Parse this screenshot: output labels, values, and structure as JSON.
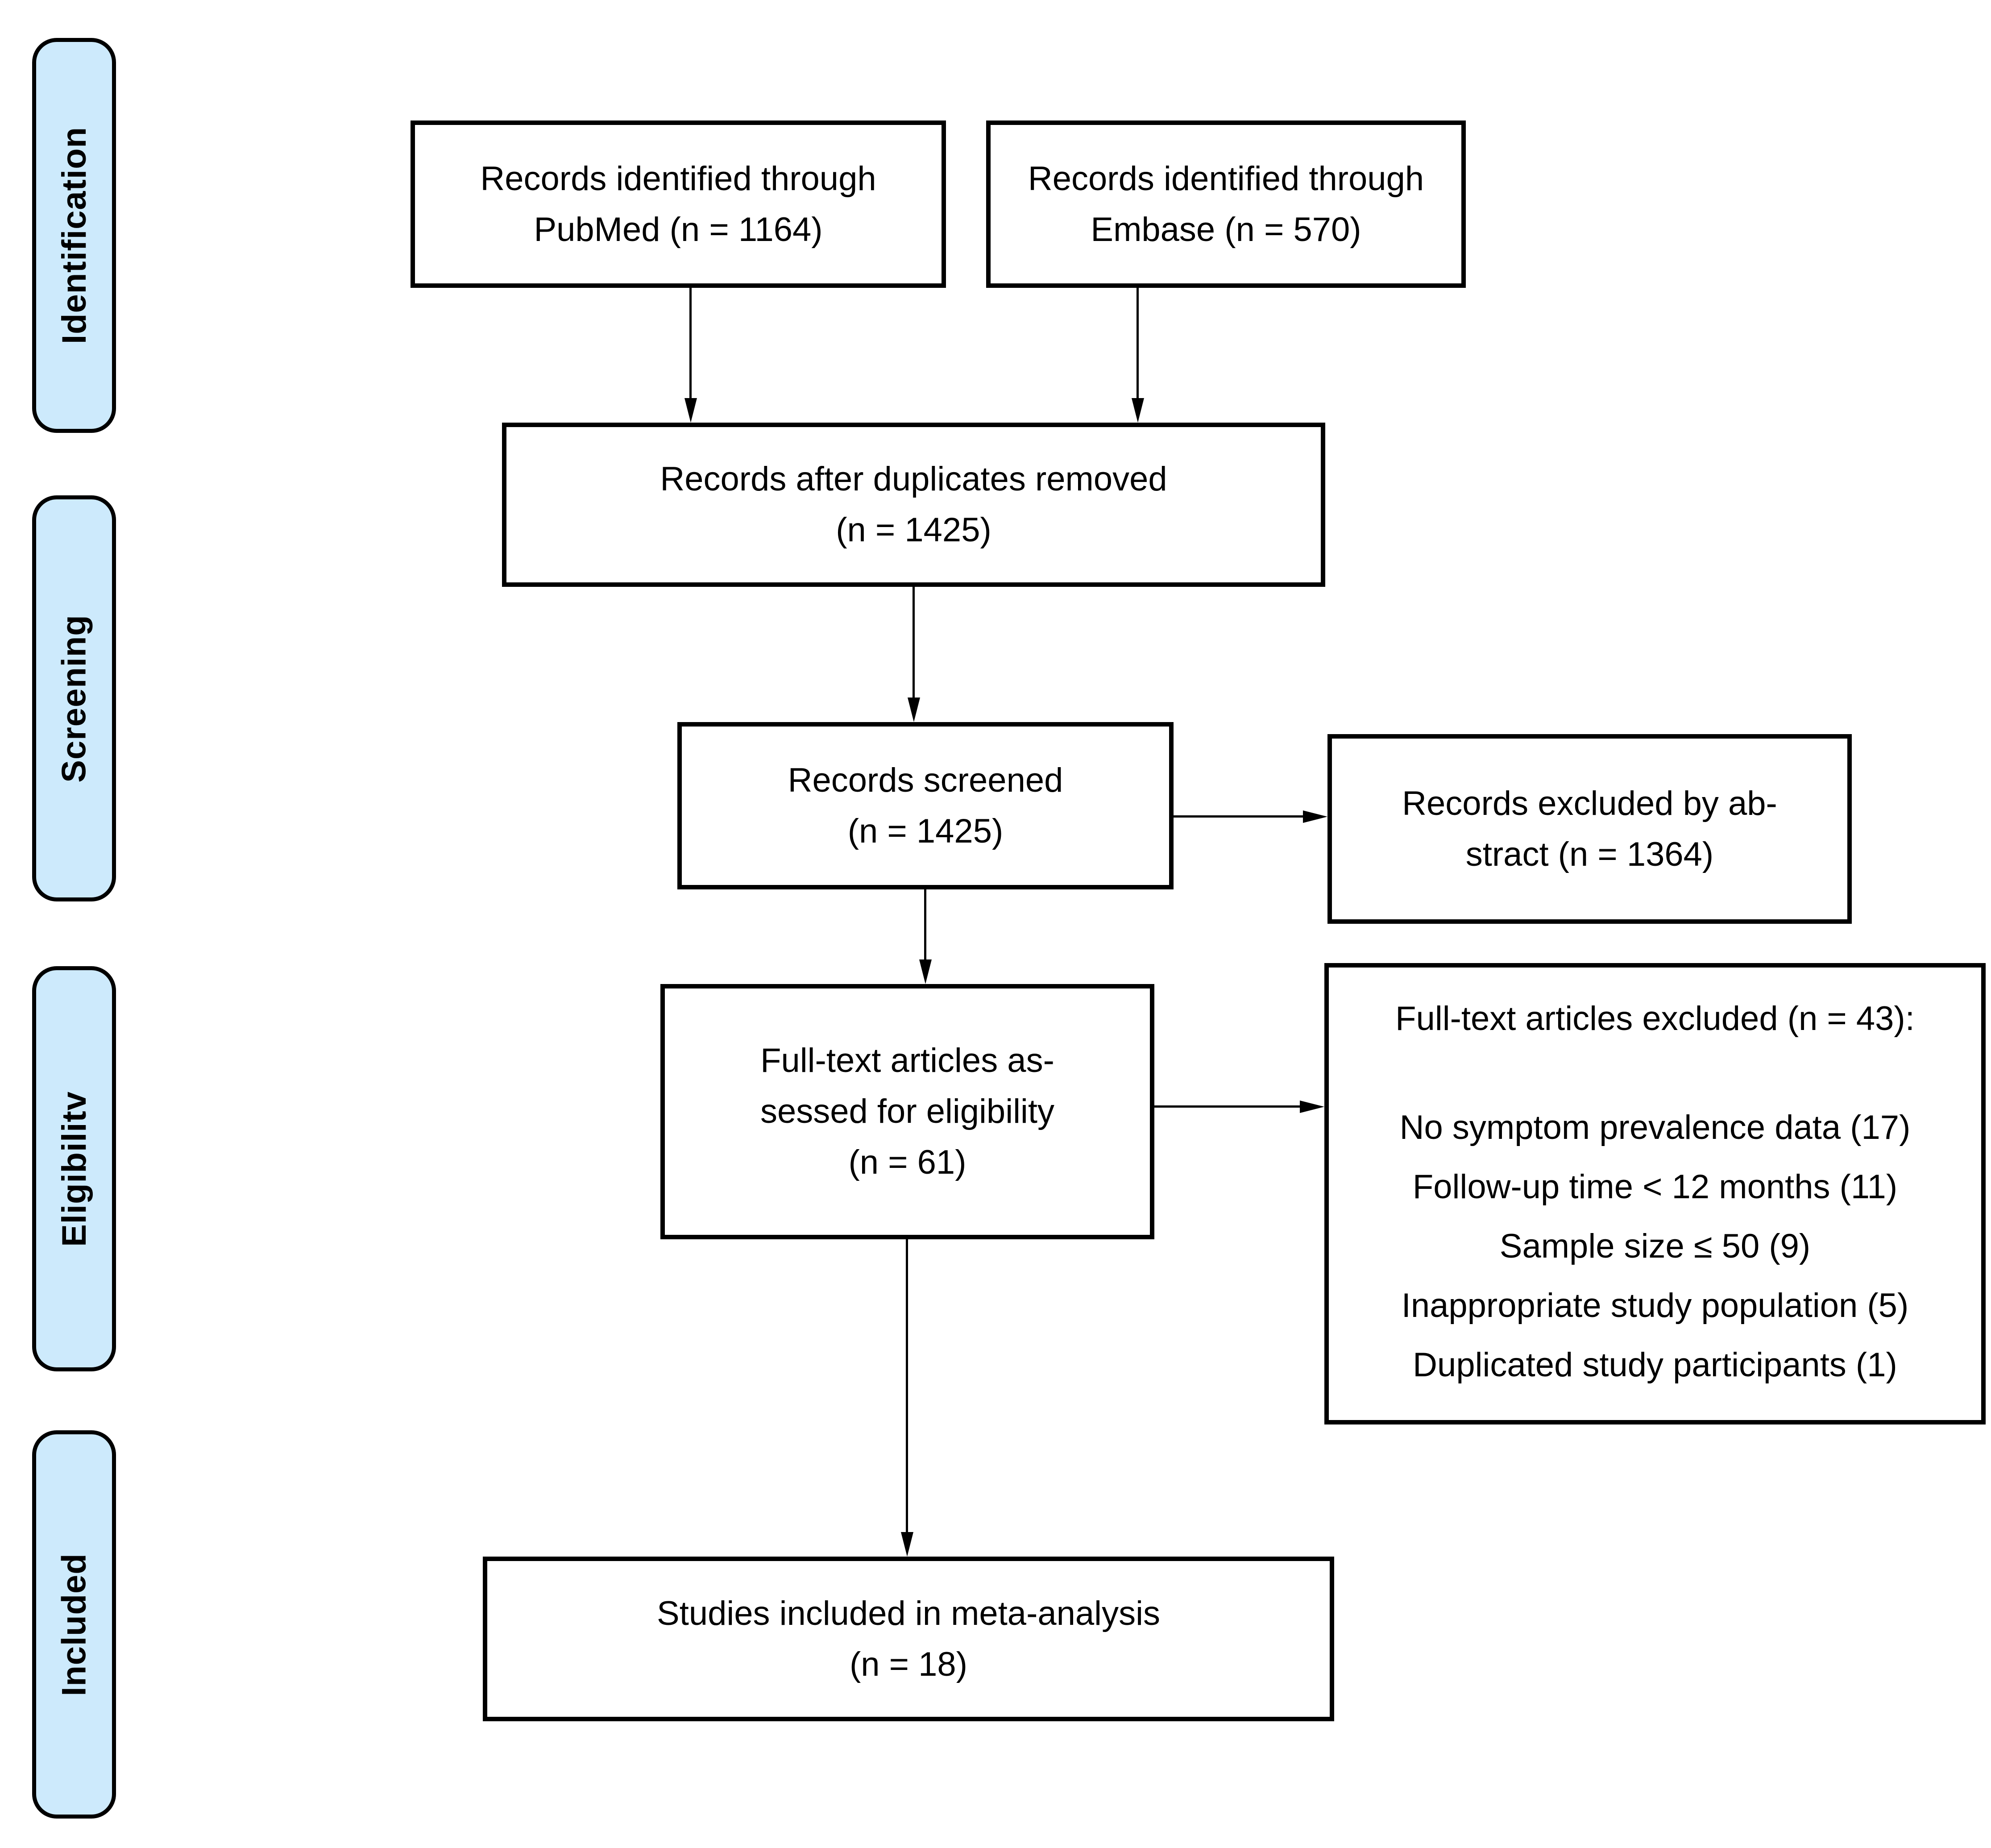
{
  "colors": {
    "stage_fill": "#CDEAFC",
    "stage_border": "#000000",
    "box_border": "#000000",
    "text": "#000000",
    "background": "#FFFFFF"
  },
  "stages": [
    {
      "label": "Identification"
    },
    {
      "label": "Screening"
    },
    {
      "label": "Eligibilitv"
    },
    {
      "label": "Included"
    }
  ],
  "boxes": {
    "pubmed": {
      "text": "Records identified through\nPubMed (n = 1164)"
    },
    "embase": {
      "text": "Records identified through\nEmbase (n = 570)"
    },
    "duplicates_removed": {
      "text": "Records after duplicates removed\n(n = 1425)"
    },
    "screened": {
      "text": "Records screened\n(n = 1425)"
    },
    "excluded_by_abstract": {
      "text": "Records excluded by ab-\nstract (n = 1364)"
    },
    "fulltext_assessed": {
      "text": "Full-text articles as-\nsessed for eligibility\n(n = 61)"
    },
    "fulltext_excluded": {
      "header": "Full-text articles excluded (n = 43):",
      "reasons": [
        "No symptom prevalence data (17)",
        "Follow-up time < 12 months (11)",
        "Sample size ≤ 50 (9)",
        "Inappropriate study population (5)",
        "Duplicated study participants (1)"
      ]
    },
    "included_meta_analysis": {
      "text": "Studies included in meta-analysis\n(n = 18)"
    }
  }
}
